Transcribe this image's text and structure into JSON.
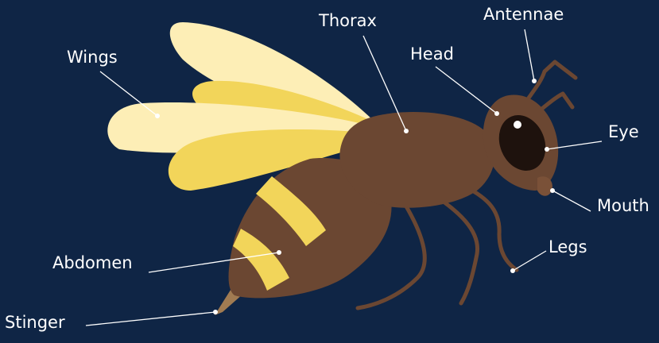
{
  "colors": {
    "background": "#0f2545",
    "body_brown": "#6b4732",
    "stripe_yellow": "#f2d55a",
    "wing_light": "#fdeeb6",
    "wing_dark": "#f2d55a",
    "eye": "#1e120d",
    "leader": "#ffffff"
  },
  "labels": {
    "antennae": "Antennae",
    "thorax": "Thorax",
    "head": "Head",
    "wings": "Wings",
    "eye": "Eye",
    "mouth": "Mouth",
    "legs": "Legs",
    "abdomen": "Abdomen",
    "stinger": "Stinger"
  }
}
